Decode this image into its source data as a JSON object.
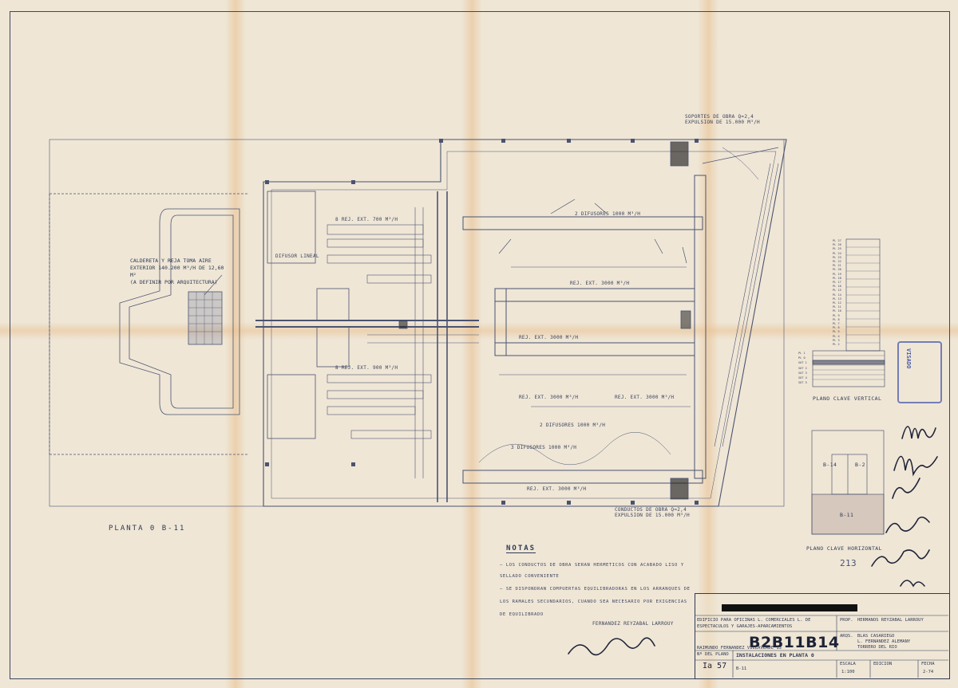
{
  "plan": {
    "title": "PLANTA 0    B-11",
    "caldera_lines": [
      "CALDERETA Y REJA TOMA AIRE",
      "EXTERIOR 140.200 M³/H DE 12,60 M²",
      "(A DEFINIR POR ARQUITECTURA)"
    ],
    "top_note": [
      "SOPORTES DE OBRA Q=2,4",
      "EXPULSION DE 15.000 M³/H"
    ],
    "bottom_note": [
      "CONDUCTOS DE OBRA Q=2,4",
      "EXPULSION DE 15.000 M³/H"
    ],
    "duct_labels": [
      "2 DIFUSORES 1000 M³/H",
      "8 REJ. EXT. 700 M³/H",
      "8 REJ. EXT. 900 M³/H",
      "REJ. EXT. 3000 M³/H",
      "REJ. EXT. 3000 M³/H",
      "3 DIFUSORES 1000 M³/H",
      "REJ. EXT. 3000 M³/H",
      "DIFUSOR LINEAL",
      "REJ. EXT. 3000 M³/H",
      "2 DIFUSORES 1000 M³/H",
      "REJ. EXT. 3000 M³/H"
    ]
  },
  "notes": {
    "title": "NOTAS",
    "lines": [
      "— LOS CONDUCTOS DE OBRA SERAN HERMETICOS CON ACABADO LISO Y",
      "  SELLADO CONVENIENTE",
      "— SE DISPONDRAN COMPUERTAS EQUILIBRADORAS EN LOS ARRANQUES DE",
      "  LOS RAMALES SECUNDARIOS, CUANDO SEA NECESARIO POR EXIGENCIAS",
      "  DE EQUILIBRADO"
    ]
  },
  "key_plans": {
    "vertical": "PLANO CLAVE VERTICAL",
    "horizontal": "PLANO CLAVE HORIZONTAL",
    "blocks": [
      "B-14",
      "B-2",
      "B-11"
    ],
    "levels_top": [
      "PL 27",
      "PL 26",
      "PL 25",
      "PL 24",
      "PL 23",
      "PL 22",
      "PL 21",
      "PL 20",
      "PL 19",
      "PL 18",
      "PL 17",
      "PL 16",
      "PL 15",
      "PL 14",
      "PL 13",
      "PL 12",
      "PL 11",
      "PL 10",
      "PL 9",
      "PL 8",
      "PL 7",
      "PL 6",
      "PL 5",
      "PL 4",
      "PL 3",
      "PL 2"
    ],
    "levels_bottom": [
      "PL 1",
      "PL 0",
      "SOT 1",
      "SOT 2",
      "SOT 3",
      "SOT 4",
      "SOT 5"
    ]
  },
  "stamp": {
    "text": "VISADO"
  },
  "signature_note": "FERNANDEZ REYZABAL LARROUY",
  "title_block": {
    "project_line1": "EDIFICIO PARA OFICINAS L. COMERCIALES L. DE",
    "project_line2": "ESPECTACULOS Y GARAJES-APARCAMIENTOS",
    "prop_label": "PROP.",
    "prop": "HERMANOS REYZABAL LARROUY",
    "arqs_label": "ARQS.",
    "arqs1": "BLAS CASARIEGO",
    "arqs2": "L. FERNANDEZ ALEMANY",
    "arqs3": "TORRERO DEL RIO",
    "ing": "RAIMUNDO FERNANDEZ VILLAVERDE 13",
    "code": "B2B11B14",
    "plan_label": "Nº DEL PLANO",
    "plan_number": "Ia 57",
    "subject": "INSTALACIONES EN PLANTA 0",
    "block": "B-11",
    "scale_label": "ESCALA",
    "scale": "1:100",
    "edition_label": "EDICION",
    "date_label": "FECHA",
    "date": "2-74",
    "handwritten": "213"
  }
}
